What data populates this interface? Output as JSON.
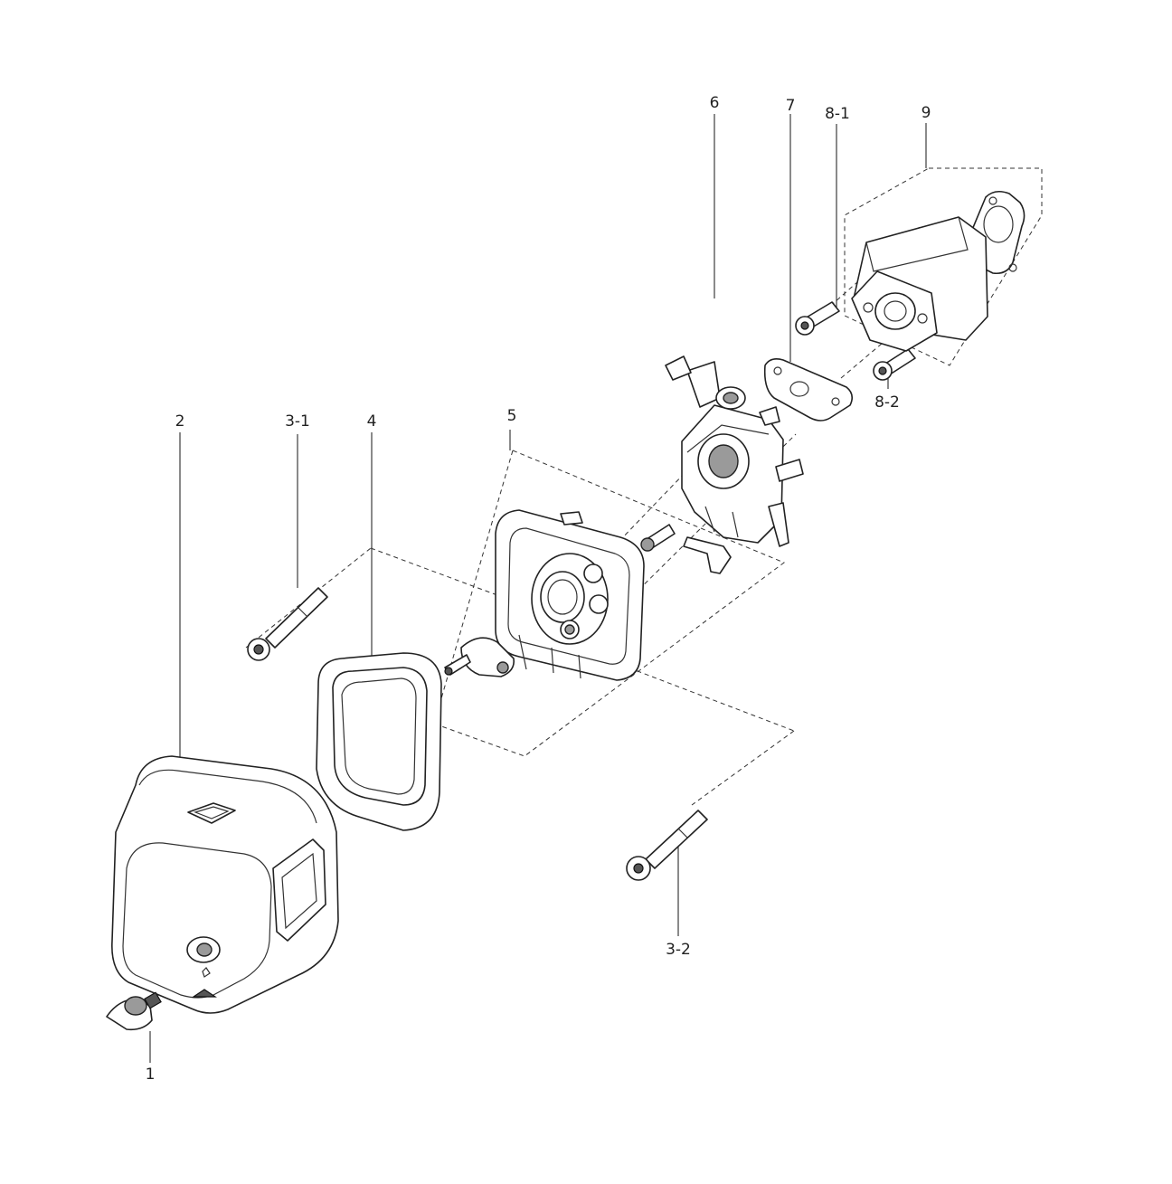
{
  "diagram": {
    "labels": [
      {
        "id": "1",
        "text": "1"
      },
      {
        "id": "2",
        "text": "2"
      },
      {
        "id": "3-1",
        "text": "3-1"
      },
      {
        "id": "3-2",
        "text": "3-2"
      },
      {
        "id": "4",
        "text": "4"
      },
      {
        "id": "5",
        "text": "5"
      },
      {
        "id": "6",
        "text": "6"
      },
      {
        "id": "7",
        "text": "7"
      },
      {
        "id": "8-1",
        "text": "8-1"
      },
      {
        "id": "8-2",
        "text": "8-2"
      },
      {
        "id": "9",
        "text": "9"
      }
    ],
    "colors": {
      "line": "#2a2a2a",
      "part_fill": "#ffffff",
      "shade": "#9a9a9a"
    }
  }
}
